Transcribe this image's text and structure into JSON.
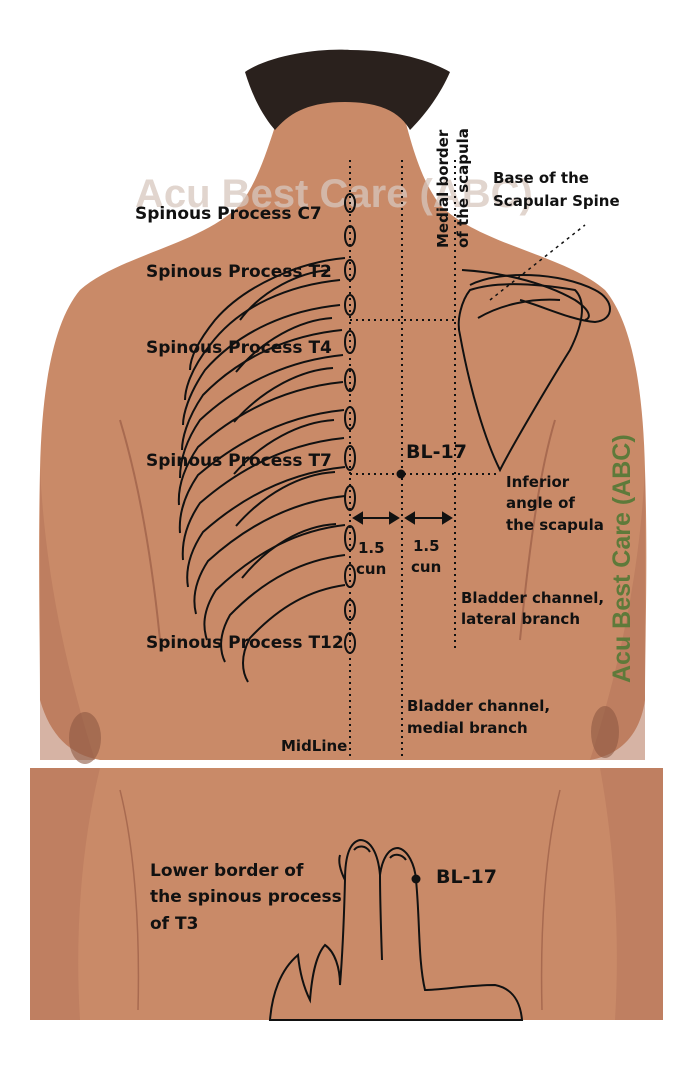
{
  "colors": {
    "skin": "#c98a68",
    "skin_shadow": "#b5745a",
    "hair": "#2a211d",
    "line": "#111111",
    "watermark_vertical": "#5e7a3a",
    "watermark_faint": "#d7c7be"
  },
  "watermark": {
    "horizontal": "Acu Best Care (ABC)",
    "vertical": "Acu Best Care (ABC)"
  },
  "labels": {
    "spinous_c7": "Spinous Process C7",
    "spinous_t2": "Spinous Process T2",
    "spinous_t4": "Spinous Process T4",
    "spinous_t7": "Spinous Process T7",
    "spinous_t12": "Spinous Process T12",
    "medial_border": [
      "Medial border",
      "of the scapula"
    ],
    "base_scapular_spine": [
      "Base of the",
      "Scapular Spine"
    ],
    "point_top": "BL-17",
    "inferior_angle": [
      "Inferior",
      "angle of",
      "the scapula"
    ],
    "dist_left": [
      "1.5",
      "cun"
    ],
    "dist_right": [
      "1.5",
      "cun"
    ],
    "lateral_branch": [
      "Bladder channel,",
      "lateral branch"
    ],
    "medial_branch": [
      "Bladder channel,",
      "medial branch"
    ],
    "midline": "MidLine",
    "lower_border": [
      "Lower border of",
      "the spinous process",
      "of T3"
    ],
    "point_bottom": "BL-17"
  },
  "icons": {
    "hair": "hair-illustration",
    "scapula": "scapula-outline",
    "ribs": "rib-cage-outline",
    "vertebrae": "spinous-process-marks",
    "hand": "finger-hand-outline",
    "acupoint": "acupoint-dot"
  }
}
